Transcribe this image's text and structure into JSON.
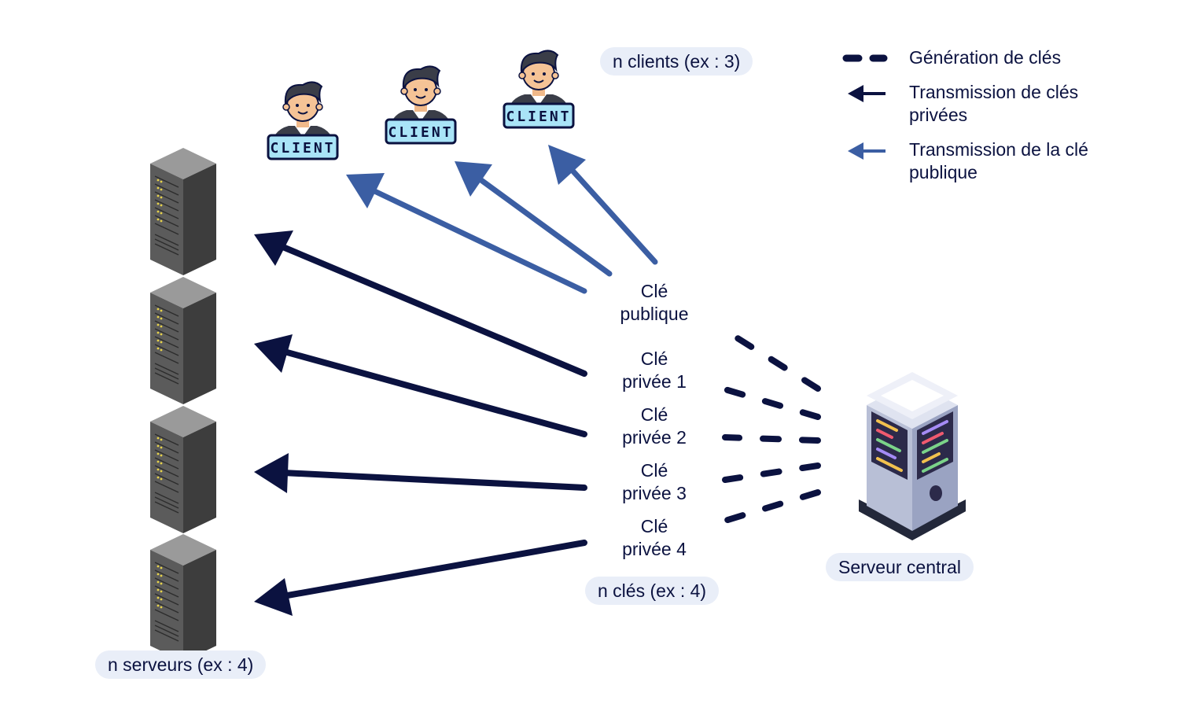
{
  "labels": {
    "clients_count": "n clients (ex : 3)",
    "keys_count": "n clés (ex : 4)",
    "servers_count": "n serveurs (ex : 4)",
    "central_server": "Serveur central"
  },
  "client_tag": "CLIENT",
  "keys": {
    "public": [
      "Clé",
      "publique"
    ],
    "private": [
      [
        "Clé",
        "privée 1"
      ],
      [
        "Clé",
        "privée 2"
      ],
      [
        "Clé",
        "privée 3"
      ],
      [
        "Clé",
        "privée 4"
      ]
    ]
  },
  "legend": {
    "generation": "Génération de clés",
    "private_transmission": [
      "Transmission de clés",
      "privées"
    ],
    "public_transmission": [
      "Transmission de la clé",
      "publique"
    ]
  },
  "colors": {
    "navy": "#0b1240",
    "public_blue": "#3b5ea3",
    "pill_bg": "#e9eef8",
    "client_tag_bg": "#a9e4f7"
  },
  "icons": {
    "client": "user-client-icon",
    "server": "server-rack-icon",
    "central_server": "central-server-icon"
  }
}
